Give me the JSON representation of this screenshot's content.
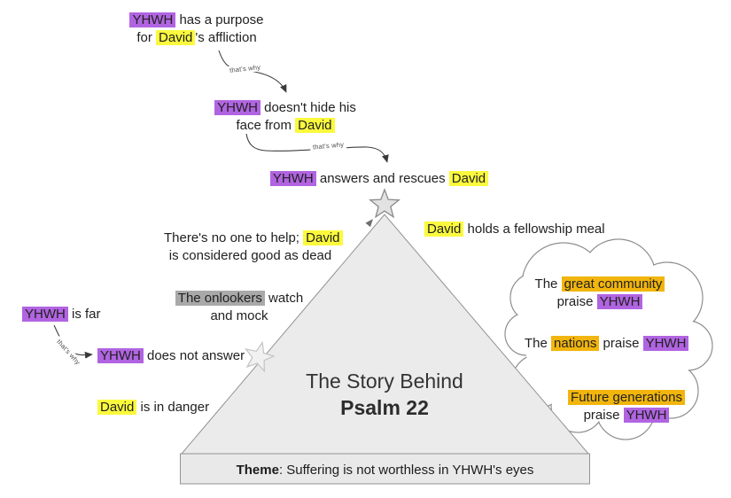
{
  "colors": {
    "yhwh_purple": "#b164e1",
    "david_yellow": "#fbf93d",
    "onlookers_gray": "#a9a9a9",
    "praise_amber": "#f1b50d"
  },
  "arrows": {
    "label": "that's why"
  },
  "center": {
    "line1": "The Story Behind",
    "line2": "Psalm 22"
  },
  "theme": {
    "label": "Theme",
    "text": ": Suffering is not worthless in YHWH's eyes"
  },
  "nodes": {
    "purpose": {
      "l1": [
        "YHWH",
        " has a purpose"
      ],
      "l2": [
        "for ",
        "David",
        "'s affliction"
      ]
    },
    "hide": {
      "l1": [
        "YHWH",
        " doesn't hide his"
      ],
      "l2": [
        "face from ",
        "David"
      ]
    },
    "rescue": {
      "l1": [
        "YHWH",
        " answers and rescues ",
        "David"
      ]
    },
    "no_help": {
      "l1": [
        "There's no one to help; ",
        "David"
      ],
      "l2": [
        "is considered good as dead"
      ]
    },
    "onlookers": {
      "l1": [
        "The onlookers",
        " watch"
      ],
      "l2": [
        "and mock"
      ]
    },
    "far": {
      "l1": [
        "YHWH",
        " is far"
      ]
    },
    "no_answer": {
      "l1": [
        "YHWH",
        " does not answer"
      ]
    },
    "danger": {
      "l1": [
        "David",
        " is in danger"
      ]
    },
    "meal": {
      "l1": [
        "David",
        " holds a fellowship meal"
      ]
    },
    "community": {
      "l1": [
        "The ",
        "great community"
      ],
      "l2": [
        "praise ",
        "YHWH"
      ]
    },
    "nations": {
      "l1": [
        "The ",
        "nations",
        " praise ",
        "YHWH"
      ]
    },
    "future": {
      "l1": [
        "Future generations"
      ],
      "l2": [
        "praise ",
        "YHWH"
      ]
    }
  }
}
